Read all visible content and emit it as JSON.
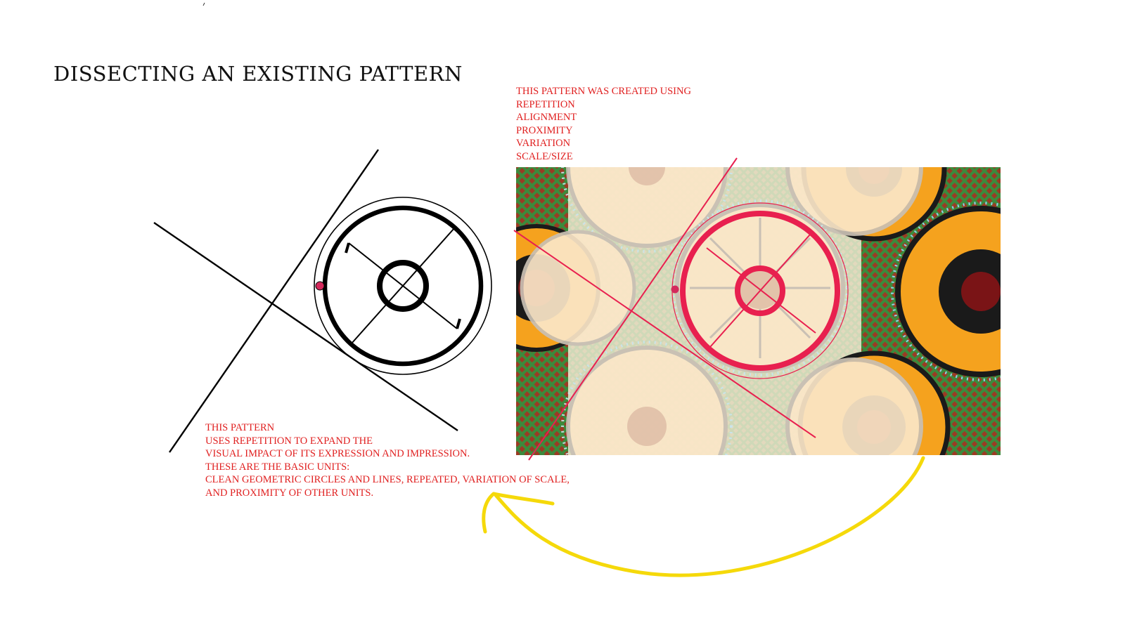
{
  "title": "DISSECTING AN EXISTING PATTERN",
  "principles": {
    "heading": "THIS PATTERN WAS CREATED USING",
    "items": [
      "REPETITION",
      "ALIGNMENT",
      "PROXIMITY",
      "VARIATION",
      "SCALE/SIZE"
    ]
  },
  "caption": {
    "lines": [
      "THIS PATTERN",
      "USES REPETITION TO EXPAND THE",
      "VISUAL IMPACT OF ITS EXPRESSION AND IMPRESSION.",
      "THESE ARE THE BASIC UNITS:",
      "CLEAN GEOMETRIC CIRCLES AND LINES, REPEATED, VARIATION OF SCALE,",
      "AND PROXIMITY OF OTHER UNITS."
    ]
  },
  "colors": {
    "annotation_text": "#e02020",
    "annotation_lines": "#e8204f",
    "arrow": "#f5d90a",
    "fabric_orange": "#f5a21e",
    "fabric_maroon": "#7a1416",
    "fabric_green": "#3c8a3c",
    "fabric_beige": "#fbe7c8",
    "fabric_dots": "#8fd3e8"
  }
}
